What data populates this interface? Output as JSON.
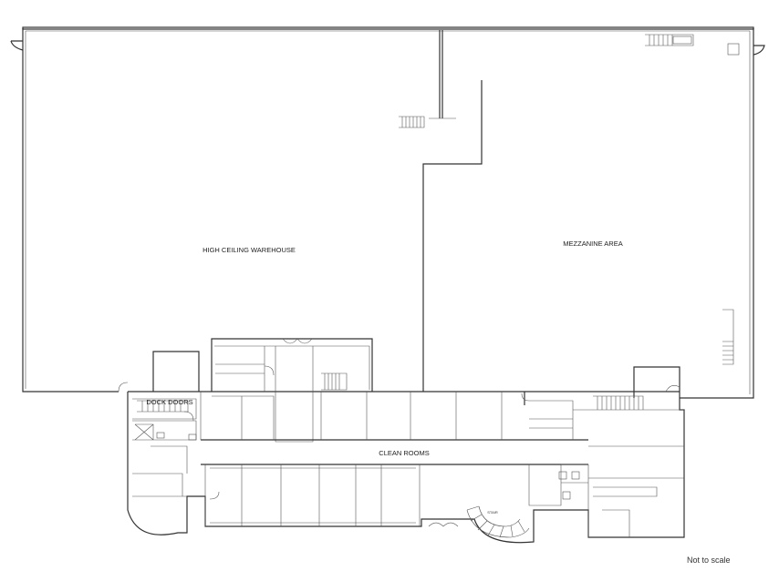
{
  "plan": {
    "areas": {
      "warehouse": "HIGH CEILING WAREHOUSE",
      "mezzanine": "MEZZANINE AREA",
      "dock": "DOCK DOORS",
      "clean_rooms": "CLEAN ROOMS",
      "stair": "STAIR"
    },
    "note": "Not to scale",
    "line_color": "#333333"
  }
}
